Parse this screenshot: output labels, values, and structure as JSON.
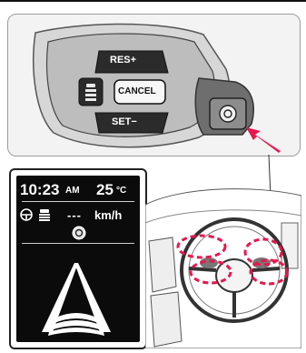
{
  "switch_panel": {
    "res_label": "RES+",
    "cancel_label": "CANCEL",
    "set_label": "SET−"
  },
  "display": {
    "time": "10:23",
    "ampm": "AM",
    "temperature": "25",
    "temp_unit": "°C",
    "speed": "---",
    "speed_unit": "km/h"
  },
  "colors": {
    "highlight": "#e8174d",
    "lcd_background": "#0b0b0b"
  },
  "icons": [
    "radar-cruise-icon",
    "lane-keep-icon",
    "lane-trace-icon",
    "steering-icon",
    "lane-lines-icon"
  ]
}
